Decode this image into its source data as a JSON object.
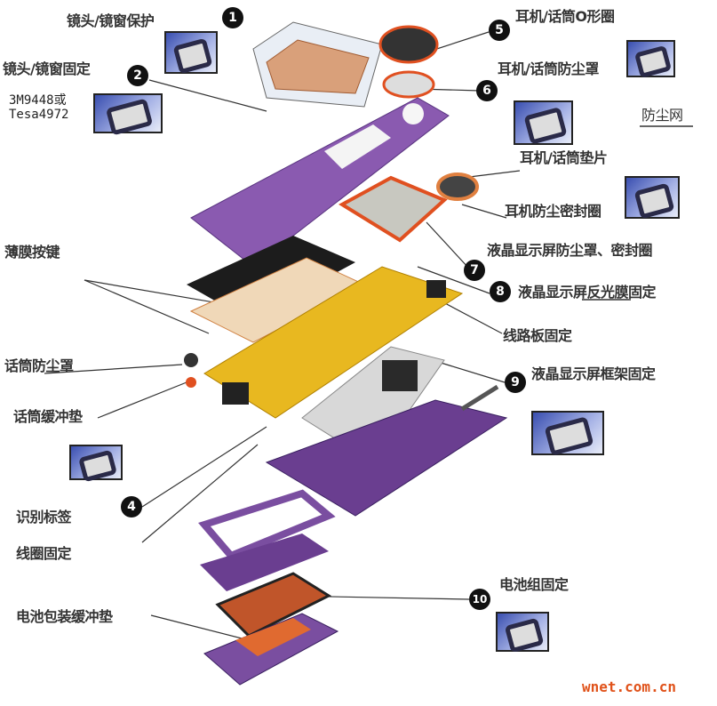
{
  "labels": {
    "lens_protect": "镜头/镜窗保护",
    "lens_fix": "镜头/镜窗固定",
    "tape_line1": "3M9448或",
    "tape_line2": "Tesa4972",
    "earpiece_oring": "耳机/话筒O形圈",
    "earpiece_dust": "耳机/话筒防尘罩",
    "dust_mesh": "防尘网",
    "earpiece_gasket": "耳机/话筒垫片",
    "earpiece_seal": "耳机防尘密封圈",
    "membrane_keys": "薄膜按键",
    "lcd_dust_seal": "液晶显示屏防尘罩、密封圈",
    "lcd_reflector": "液晶显示屏反光膜固定",
    "pcb_fix": "线路板固定",
    "mic_dust": "话筒防尘罩",
    "lcd_frame": "液晶显示屏框架固定",
    "mic_cushion": "话筒缓冲垫",
    "id_label": "识别标签",
    "coil_fix": "线圈固定",
    "battery_fix": "电池组固定",
    "battery_cushion": "电池包装缓冲垫"
  },
  "numbers": [
    "1",
    "2",
    "4",
    "5",
    "6",
    "7",
    "8",
    "9",
    "10"
  ],
  "watermark": "wnet.com.cn"
}
